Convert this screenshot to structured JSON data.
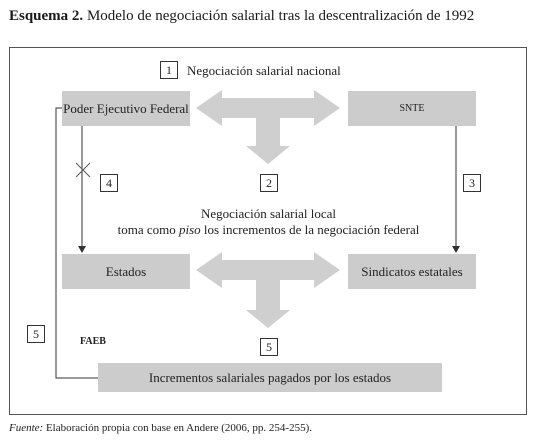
{
  "title": {
    "prefix": "Esquema 2.",
    "text": "Modelo de negociación salarial tras la descentralización de 1992"
  },
  "nodes": {
    "poder_ejecutivo": "Poder Ejecutivo Federal",
    "snte": "SNTE",
    "estados": "Estados",
    "sindicatos": "Sindicatos estatales",
    "incrementos": "Incrementos salariales pagados por los estados"
  },
  "labels": {
    "nacional": "Negociación salarial nacional",
    "local_line1": "Negociación salarial local",
    "local_pre": "toma como ",
    "local_em": "piso",
    "local_post": " los incrementos de la  negociación federal",
    "faeb": "FAEB"
  },
  "steps": [
    "1",
    "2",
    "3",
    "4",
    "5",
    "5"
  ],
  "source": {
    "prefix": "Fuente:",
    "text": "Elaboración propia con base en Andere (2006, pp. 254-255)."
  },
  "colors": {
    "box_fill": "#cccccc",
    "arrow_fill": "#cfcfcf",
    "line": "#333333"
  }
}
